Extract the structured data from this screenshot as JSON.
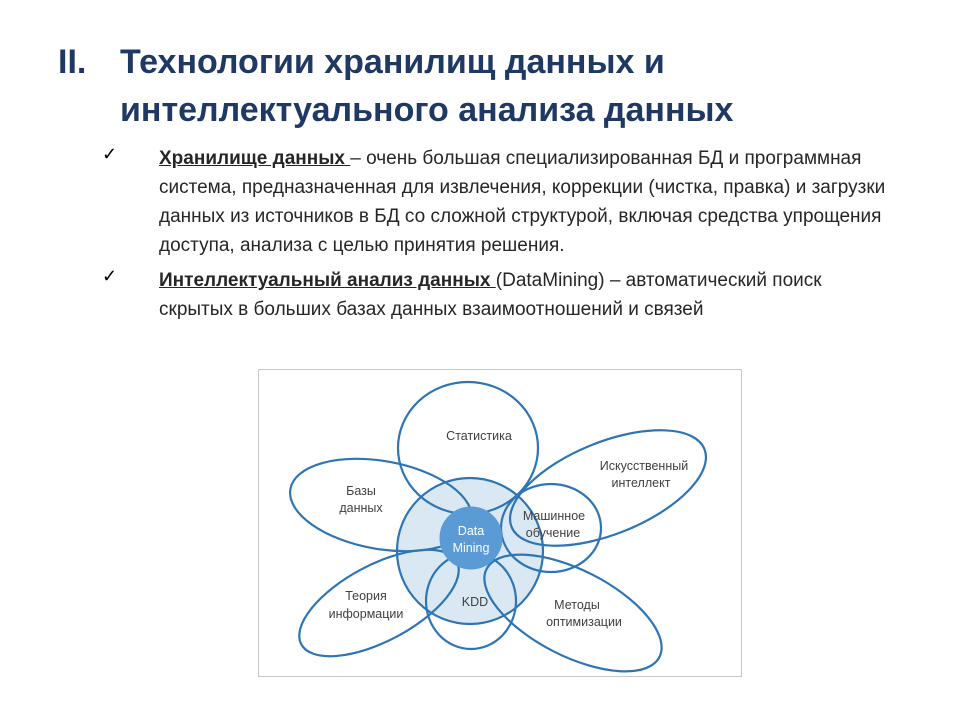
{
  "slide": {
    "title_number": "II.",
    "title_line1": "Технологии хранилищ данных и",
    "title_line2": "интеллектуального анализа данных"
  },
  "bullets": [
    {
      "check": "✓",
      "term": "Хранилище данных ",
      "text": "– очень большая специализированная БД и программная система, предназначенная для извлечения, коррекции (чистка, правка) и загрузки данных из источников в БД со сложной структурой, включая средства упрощения доступа, анализа с целью принятия решения."
    },
    {
      "check": "✓",
      "term": "Интеллектуальный анализ данных ",
      "text": "(DataMining) – автоматический поиск скрытых в больших базах данных взаимоотношений и связей"
    }
  ],
  "diagram": {
    "colors": {
      "outline": "#2e75b6",
      "inner_fill": "#dae8f4",
      "center_fill": "#5b9bd5"
    },
    "center_line1": "Data",
    "center_line2": "Mining",
    "petals": {
      "statistics": "Статистика",
      "ai_line1": "Искусственный",
      "ai_line2": "интеллект",
      "db_line1": "Базы",
      "db_line2": "данных",
      "ml_line1": "Машинное",
      "ml_line2": "обучение",
      "theory_line1": "Теория",
      "theory_line2": "информации",
      "kdd": "KDD",
      "opt_line1": "Методы",
      "opt_line2": "оптимизации"
    }
  }
}
